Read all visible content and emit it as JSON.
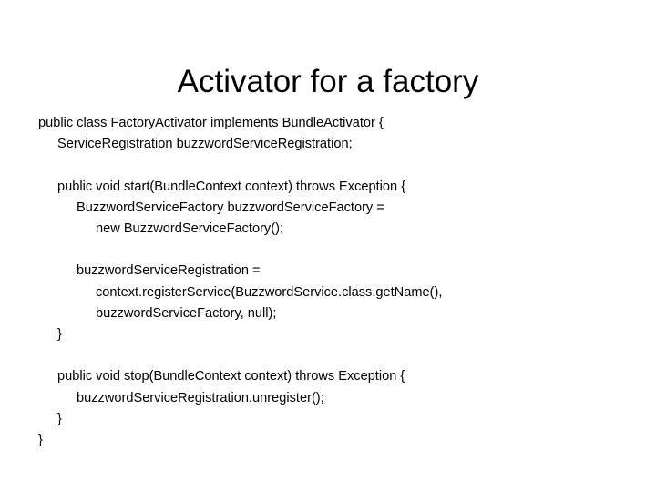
{
  "slide": {
    "title": "Activator for a factory",
    "background_color": "#ffffff",
    "text_color": "#000000",
    "code_lines": [
      {
        "indent": 0,
        "text": "public class FactoryActivator implements BundleActivator {"
      },
      {
        "indent": 1,
        "text": "ServiceRegistration buzzwordServiceRegistration;"
      },
      {
        "indent": 0,
        "text": ""
      },
      {
        "indent": 1,
        "text": "public void start(BundleContext context) throws Exception {"
      },
      {
        "indent": 2,
        "text": "BuzzwordServiceFactory buzzwordServiceFactory ="
      },
      {
        "indent": 3,
        "text": "new BuzzwordServiceFactory();"
      },
      {
        "indent": 0,
        "text": ""
      },
      {
        "indent": 2,
        "text": "buzzwordServiceRegistration ="
      },
      {
        "indent": 3,
        "text": "context.registerService(BuzzwordService.class.getName(),"
      },
      {
        "indent": 3,
        "text": "buzzwordServiceFactory, null);"
      },
      {
        "indent": 1,
        "text": "}"
      },
      {
        "indent": 0,
        "text": ""
      },
      {
        "indent": 1,
        "text": "public void stop(BundleContext context) throws Exception {"
      },
      {
        "indent": 2,
        "text": "buzzwordServiceRegistration.unregister();"
      },
      {
        "indent": 1,
        "text": "}"
      },
      {
        "indent": 0,
        "text": "}"
      }
    ]
  }
}
